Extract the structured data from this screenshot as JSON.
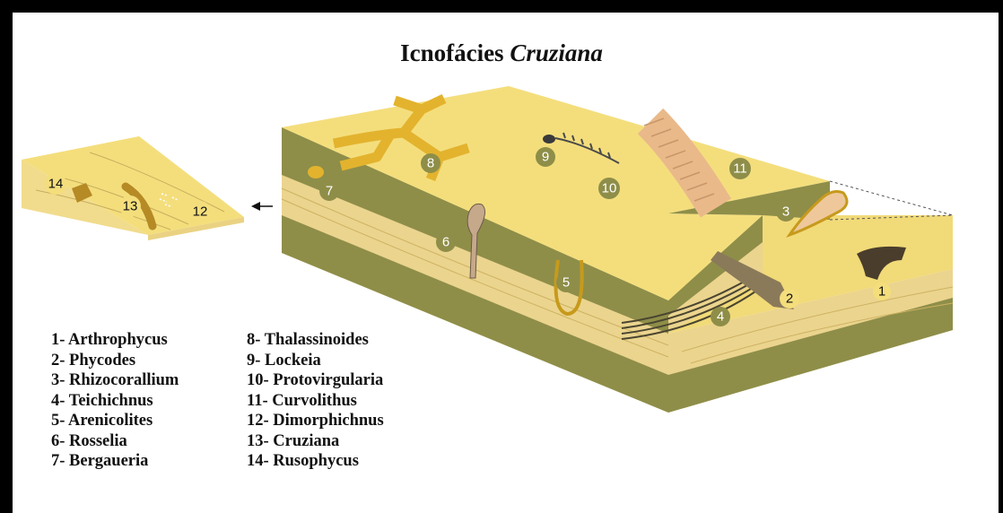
{
  "title": {
    "prefix": "Icnofácies",
    "genus": "Cruziana"
  },
  "labels": [
    "1",
    "2",
    "3",
    "4",
    "5",
    "6",
    "7",
    "8",
    "9",
    "10",
    "11",
    "12",
    "13",
    "14"
  ],
  "legend": {
    "left": [
      "1- Arthrophycus",
      "2- Phycodes",
      "3- Rhizocorallium",
      "4- Teichichnus",
      "5- Arenicolites",
      "6- Rosselia",
      "7- Bergaueria"
    ],
    "right": [
      "8- Thalassinoides",
      "9- Lockeia",
      "10- Protovirgularia",
      "11- Curvolithus",
      "12- Dimorphichnus",
      "13- Cruziana",
      "14- Rusophycus"
    ]
  },
  "colors": {
    "surface": "#F4DE7C",
    "layer_dark": "#8E8E49",
    "layer_light": "#EBD48E",
    "trace_gold": "#E3B32E",
    "trace_brown": "#6C5A3A"
  }
}
